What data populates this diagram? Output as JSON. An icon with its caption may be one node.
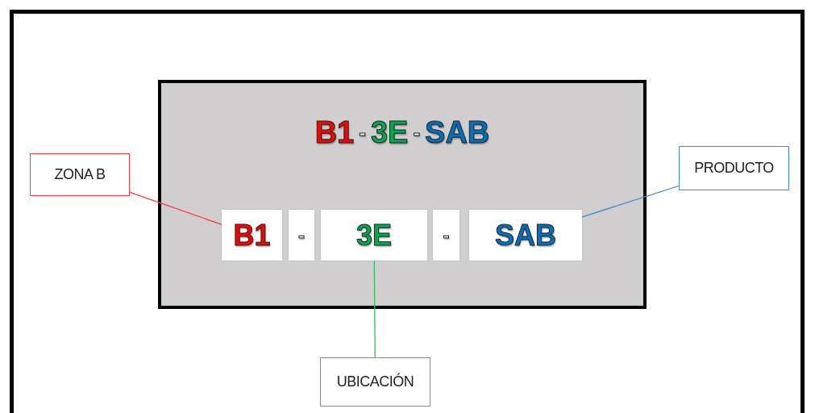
{
  "diagram": {
    "nodes": [
      {
        "text": [
          "B1",
          "-",
          "3E",
          "-",
          "SAB"
        ]
      },
      {
        "text": [
          "B1"
        ],
        "in": 0
      },
      {
        "text": [
          "-"
        ],
        "in": 0
      },
      {
        "text": [
          "3E"
        ],
        "in": 0
      },
      {
        "text": [
          "-"
        ],
        "in": 0
      },
      {
        "text": [
          "SAB"
        ],
        "in": 0
      },
      {
        "text": [
          "ZONA B"
        ]
      },
      {
        "text": [
          "PRODUCTO"
        ]
      },
      {
        "text": [
          "UBICACIÓN"
        ]
      }
    ],
    "edges": [
      {
        "from": 6,
        "to": 1,
        "arrow": "none",
        "color": "#ff3b3b"
      },
      {
        "from": 7,
        "to": 5,
        "arrow": "none",
        "color": "#3d8ad6"
      },
      {
        "from": 3,
        "to": 8,
        "arrow": "none",
        "color": "#2fbf62"
      }
    ]
  }
}
